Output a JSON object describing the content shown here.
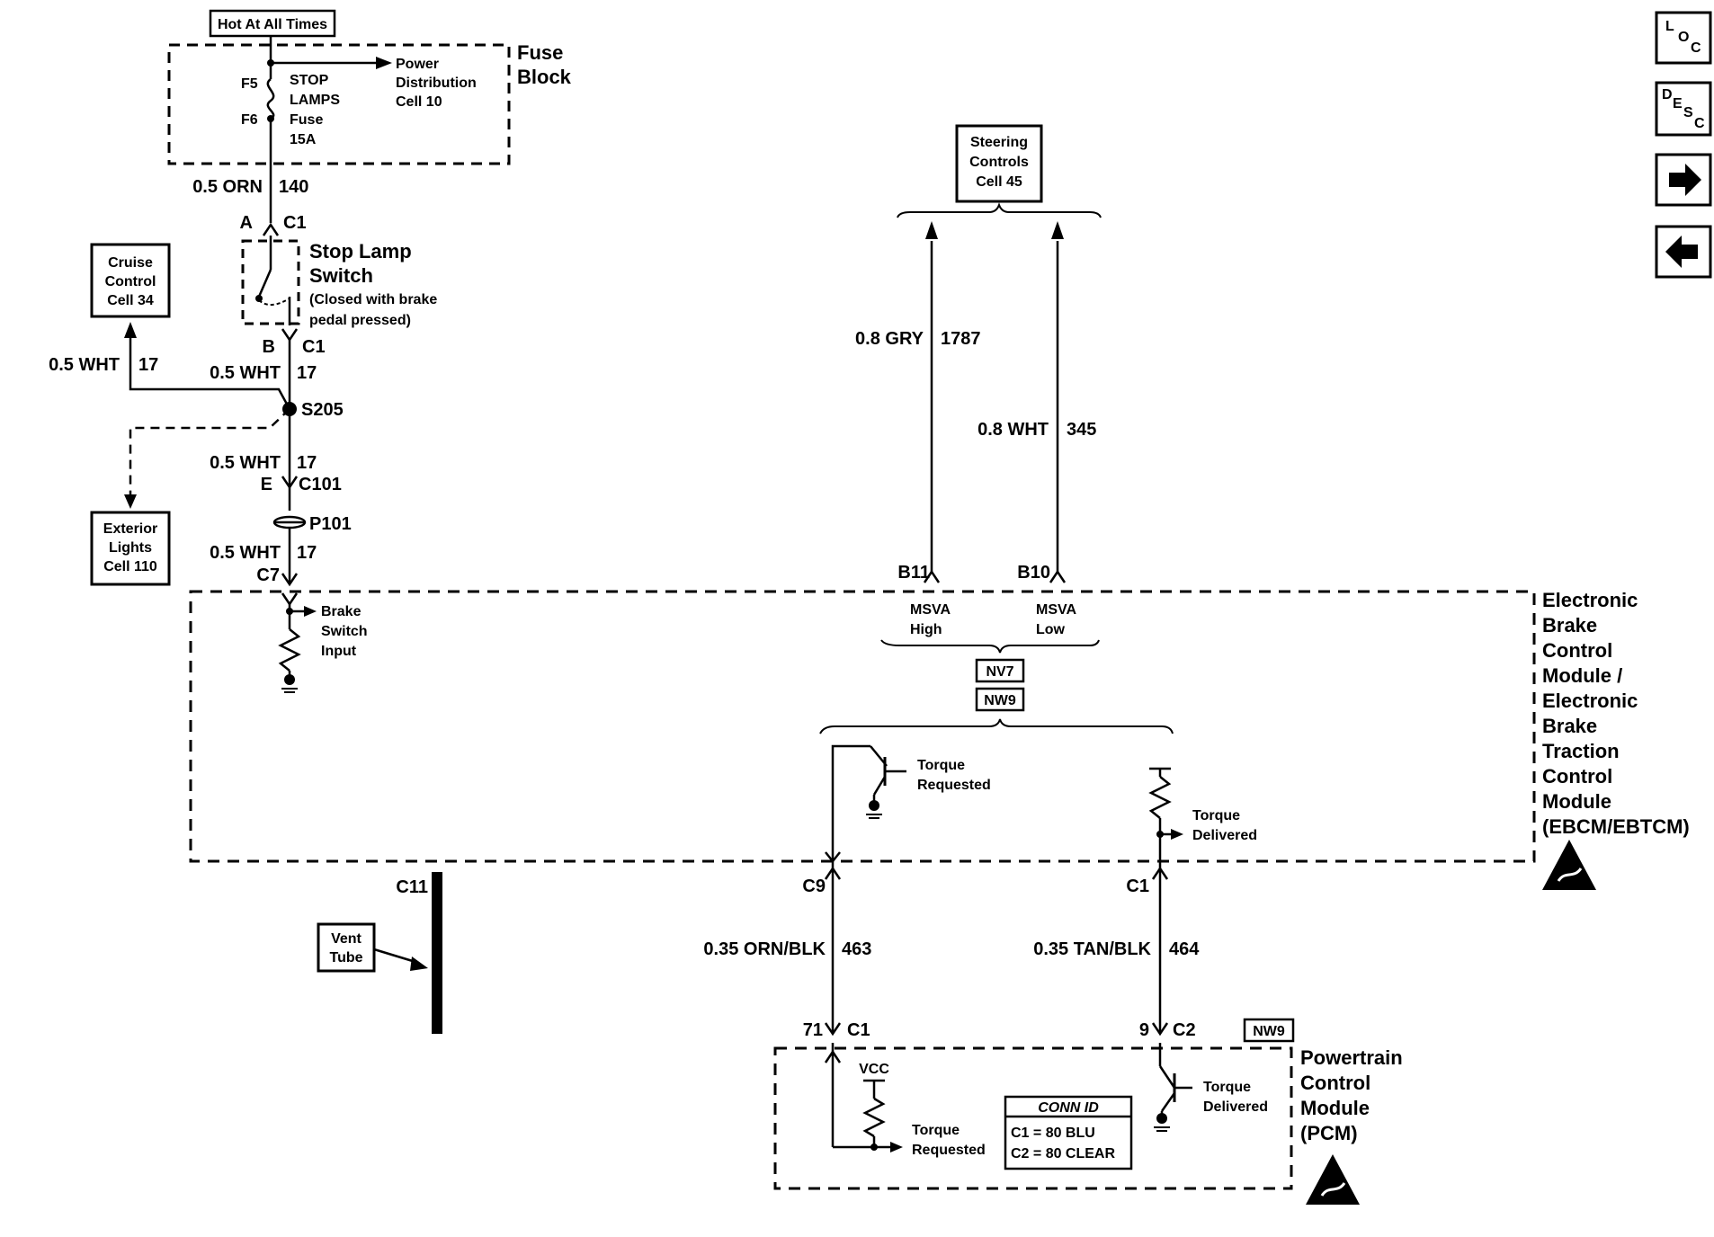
{
  "fuse_block": {
    "hot_label": "Hot At All Times",
    "title": [
      "Fuse",
      "Block"
    ],
    "f5": "F5",
    "f6": "F6",
    "fuse_lines": [
      "STOP",
      "LAMPS",
      "Fuse",
      "15A"
    ],
    "power_dist": [
      "Power",
      "Distribution",
      "Cell 10"
    ]
  },
  "stop_lamp_switch": {
    "title": [
      "Stop Lamp",
      "Switch"
    ],
    "note": [
      "(Closed with brake",
      "pedal pressed)"
    ],
    "top_pin": "A",
    "top_conn": "C1",
    "bottom_pin": "B",
    "bottom_conn": "C1"
  },
  "wires": {
    "w140": {
      "gauge": "0.5 ORN",
      "circuit": "140"
    },
    "w17_cruise": {
      "gauge": "0.5 WHT",
      "circuit": "17"
    },
    "w17_switch": {
      "gauge": "0.5 WHT",
      "circuit": "17"
    },
    "w17_splice": {
      "gauge": "0.5 WHT",
      "circuit": "17"
    },
    "w17_ebcm": {
      "gauge": "0.5 WHT",
      "circuit": "17"
    },
    "w1787": {
      "gauge": "0.8 GRY",
      "circuit": "1787"
    },
    "w345": {
      "gauge": "0.8 WHT",
      "circuit": "345"
    },
    "w463": {
      "gauge": "0.35 ORN/BLK",
      "circuit": "463"
    },
    "w464": {
      "gauge": "0.35 TAN/BLK",
      "circuit": "464"
    }
  },
  "cruise_control": [
    "Cruise",
    "Control",
    "Cell 34"
  ],
  "splice": "S205",
  "connector_c101": {
    "pin": "E",
    "conn": "C101"
  },
  "p101": "P101",
  "exterior_lights": [
    "Exterior",
    "Lights",
    "Cell 110"
  ],
  "ebcm_c7": "C7",
  "brake_switch_input": [
    "Brake",
    "Switch",
    "Input"
  ],
  "steering_controls": [
    "Steering",
    "Controls",
    "Cell 45"
  ],
  "msva": {
    "b11": "B11",
    "b10": "B10",
    "high": [
      "MSVA",
      "High"
    ],
    "low": [
      "MSVA",
      "Low"
    ],
    "option_nv7": "NV7",
    "option_nw9": "NW9"
  },
  "ebcm": {
    "title": [
      "Electronic",
      "Brake",
      "Control",
      "Module /",
      "Electronic",
      "Brake",
      "Traction",
      "Control",
      "Module",
      "(EBCM/EBTCM)"
    ],
    "torque_requested": [
      "Torque",
      "Requested"
    ],
    "torque_delivered": [
      "Torque",
      "Delivered"
    ],
    "c9": "C9",
    "c1": "C1",
    "c11": "C11"
  },
  "vent_tube": [
    "Vent",
    "Tube"
  ],
  "pcm": {
    "title": [
      "Powertrain",
      "Control",
      "Module",
      "(PCM)"
    ],
    "pin71": "71",
    "c1": "C1",
    "pin9": "9",
    "c2": "C2",
    "option_nw9": "NW9",
    "vcc": "VCC",
    "torque_requested": [
      "Torque",
      "Requested"
    ],
    "torque_delivered": [
      "Torque",
      "Delivered"
    ],
    "conn_id_title": "CONN ID",
    "conn_id_c1": "C1 = 80 BLU",
    "conn_id_c2": "C2 = 80 CLEAR"
  },
  "nav": {
    "loc": [
      "L",
      "O",
      "C"
    ],
    "desc": [
      "D",
      "E",
      "S",
      "C"
    ],
    "forward_icon": "right-arrow-icon",
    "back_icon": "left-arrow-icon"
  },
  "colors": {
    "ink": "#000000",
    "paper": "#ffffff"
  }
}
